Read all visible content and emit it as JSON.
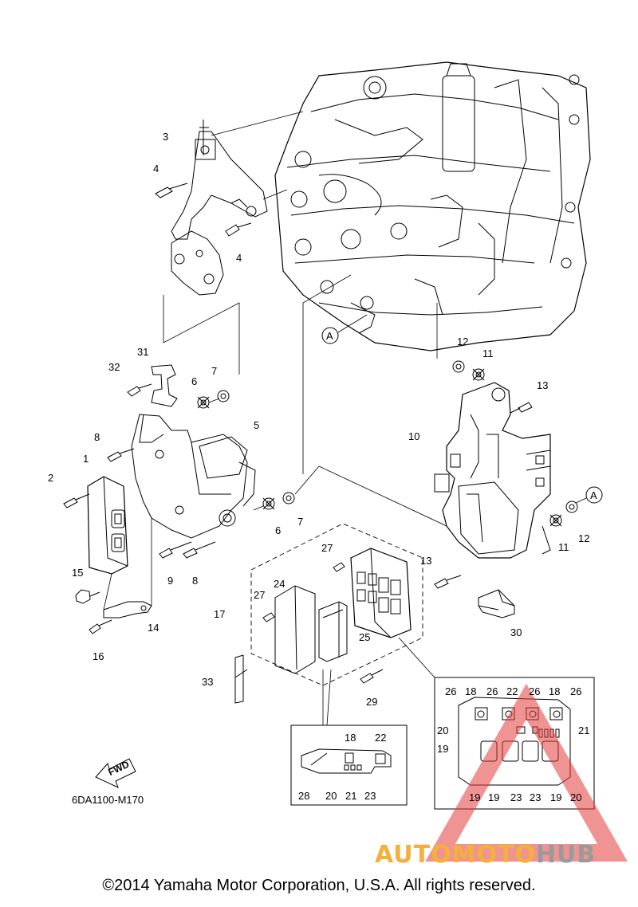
{
  "diagram": {
    "part_code": "6DA1100-M170",
    "fwd_label": "FWD",
    "ref_marker": "A",
    "callouts": [
      {
        "id": "c3",
        "text": "3"
      },
      {
        "id": "c4a",
        "text": "4"
      },
      {
        "id": "c4b",
        "text": "4"
      },
      {
        "id": "c31",
        "text": "31"
      },
      {
        "id": "c32",
        "text": "32"
      },
      {
        "id": "c6a",
        "text": "6"
      },
      {
        "id": "c7a",
        "text": "7"
      },
      {
        "id": "c5",
        "text": "5"
      },
      {
        "id": "c8a",
        "text": "8"
      },
      {
        "id": "c1",
        "text": "1"
      },
      {
        "id": "c2",
        "text": "2"
      },
      {
        "id": "c6b",
        "text": "6"
      },
      {
        "id": "c7b",
        "text": "7"
      },
      {
        "id": "c9",
        "text": "9"
      },
      {
        "id": "c8b",
        "text": "8"
      },
      {
        "id": "c15",
        "text": "15"
      },
      {
        "id": "c14",
        "text": "14"
      },
      {
        "id": "c16",
        "text": "16"
      },
      {
        "id": "c12a",
        "text": "12"
      },
      {
        "id": "c11a",
        "text": "11"
      },
      {
        "id": "c13a",
        "text": "13"
      },
      {
        "id": "c10",
        "text": "10"
      },
      {
        "id": "c12b",
        "text": "12"
      },
      {
        "id": "c11b",
        "text": "11"
      },
      {
        "id": "c13b",
        "text": "13"
      },
      {
        "id": "c30",
        "text": "30"
      },
      {
        "id": "c27a",
        "text": "27"
      },
      {
        "id": "c24",
        "text": "24"
      },
      {
        "id": "c27b",
        "text": "27"
      },
      {
        "id": "c17",
        "text": "17"
      },
      {
        "id": "c25",
        "text": "25"
      },
      {
        "id": "c33",
        "text": "33"
      },
      {
        "id": "c29",
        "text": "29"
      },
      {
        "id": "i18a",
        "text": "18"
      },
      {
        "id": "i22a",
        "text": "22"
      },
      {
        "id": "i28",
        "text": "28"
      },
      {
        "id": "i20a",
        "text": "20"
      },
      {
        "id": "i21a",
        "text": "21"
      },
      {
        "id": "i23a",
        "text": "23"
      },
      {
        "id": "r26a",
        "text": "26"
      },
      {
        "id": "r18a",
        "text": "18"
      },
      {
        "id": "r26b",
        "text": "26"
      },
      {
        "id": "r22",
        "text": "22"
      },
      {
        "id": "r26c",
        "text": "26"
      },
      {
        "id": "r18b",
        "text": "18"
      },
      {
        "id": "r26d",
        "text": "26"
      },
      {
        "id": "r20a",
        "text": "20"
      },
      {
        "id": "r21",
        "text": "21"
      },
      {
        "id": "r19a",
        "text": "19"
      },
      {
        "id": "r19b",
        "text": "19"
      },
      {
        "id": "r19c",
        "text": "19"
      },
      {
        "id": "r23a",
        "text": "23"
      },
      {
        "id": "r23b",
        "text": "23"
      },
      {
        "id": "r19d",
        "text": "19"
      },
      {
        "id": "r20b",
        "text": "20"
      }
    ]
  },
  "watermark": {
    "part1": "AUTO",
    "part2": "MOTO",
    "part3": "HUB",
    "color_primary": "#f4b03a",
    "color_secondary": "#9a9a9a",
    "triangle_color": "#e23b3b"
  },
  "footer": {
    "copyright": "©2014 Yamaha Motor Corporation, U.S.A. All rights reserved."
  }
}
